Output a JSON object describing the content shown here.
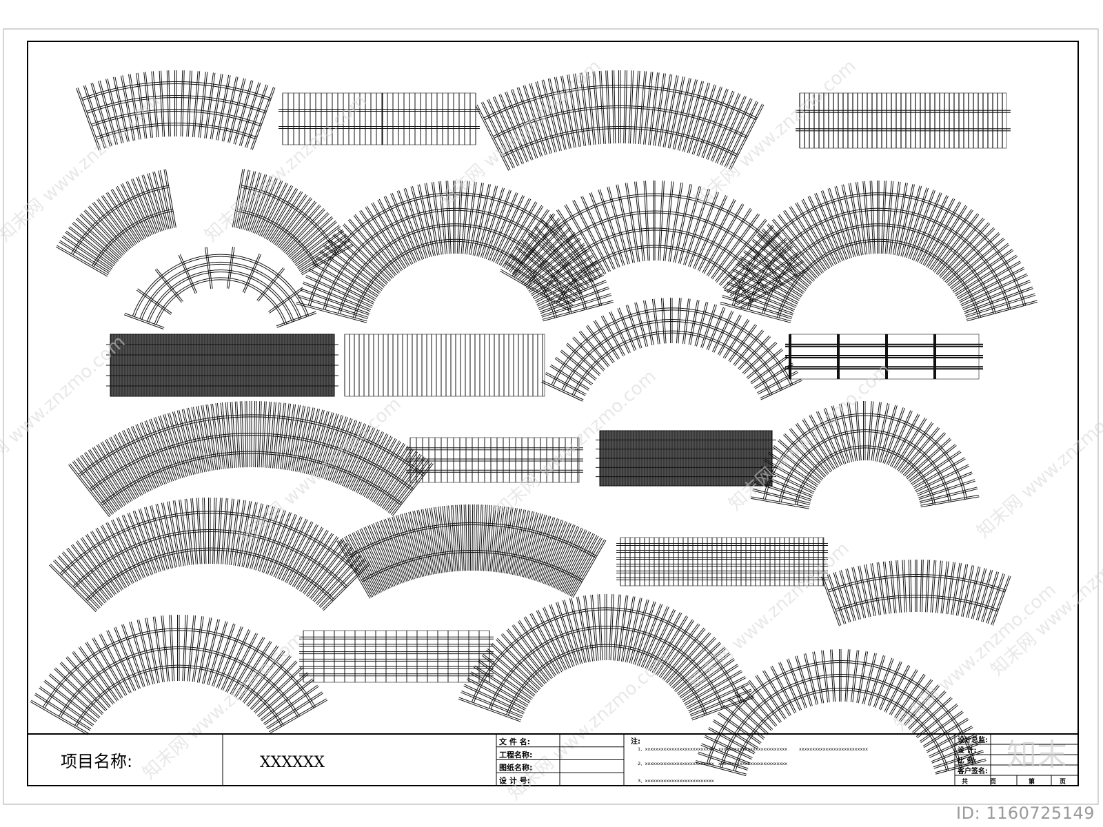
{
  "title_block": {
    "project_label": "项目名称:",
    "project_value": "XXXXXX",
    "fields": [
      "文 件 名:",
      "工程名称:",
      "图纸名称:",
      "设 计 号:"
    ],
    "notes_label": "注:",
    "notes": [
      [
        "1、xxxxxxxxxxxxxxxxxxxxxxxxxx",
        "xxxxxxxxxxxxxxxxxxxxxxxxxx",
        "xxxxxxxxxxxxxxxxxxxxxxxxxx"
      ],
      [
        "2、xxxxxxxxxxxxxxxxxxxxxxxxxx",
        "xxxxxxxxxxxxxxxxxxxxxxxxxx"
      ],
      [
        "3、xxxxxxxxxxxxxxxxxxxxxxxxxx"
      ]
    ],
    "approval": [
      "设计总监:",
      "设  计:",
      "比  例:",
      "客户签名:"
    ],
    "sheet_total": "共",
    "sheet_unit1": "页",
    "sheet_no": "第",
    "sheet_unit2": "页"
  },
  "watermark": {
    "site": "知末网 www.znzmo.com",
    "logo": "知末"
  },
  "image_id": "ID: 1160725149"
}
